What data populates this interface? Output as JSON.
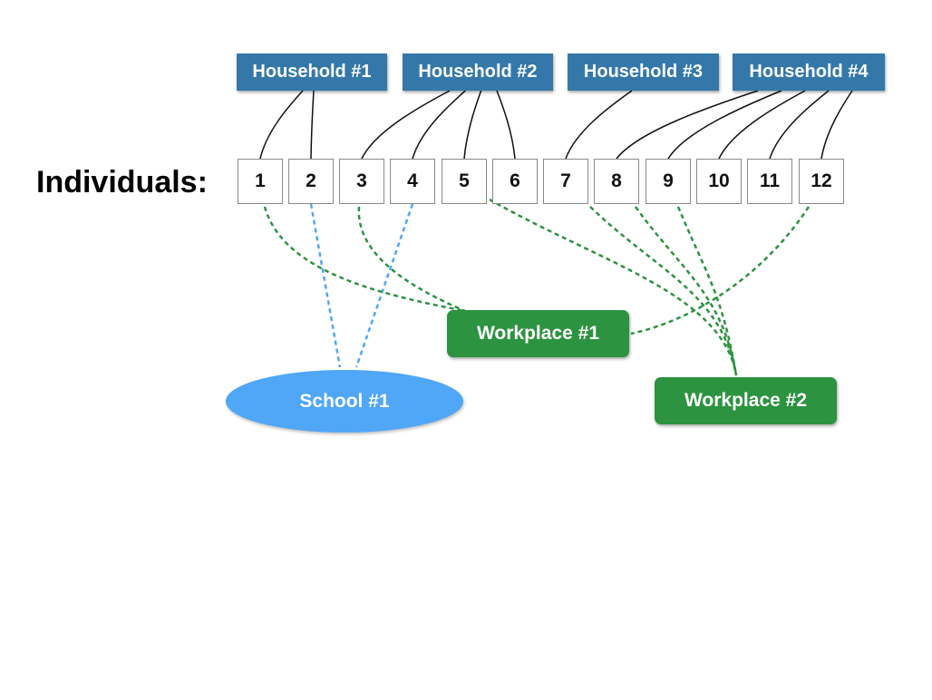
{
  "row_label": "Individuals:",
  "households": [
    {
      "label": "Household #1",
      "members": [
        1,
        2
      ]
    },
    {
      "label": "Household #2",
      "members": [
        3,
        4,
        5,
        6
      ]
    },
    {
      "label": "Household #3",
      "members": [
        7
      ]
    },
    {
      "label": "Household #4",
      "members": [
        8,
        9,
        10,
        11,
        12
      ]
    }
  ],
  "individuals": [
    "1",
    "2",
    "3",
    "4",
    "5",
    "6",
    "7",
    "8",
    "9",
    "10",
    "11",
    "12"
  ],
  "school": {
    "label": "School #1",
    "members": [
      2,
      4
    ]
  },
  "workplaces": [
    {
      "label": "Workplace #1",
      "members": [
        1,
        3,
        12
      ]
    },
    {
      "label": "Workplace #2",
      "members": [
        5,
        7,
        8,
        9
      ]
    }
  ],
  "colors": {
    "household": "#3478aa",
    "workplace": "#2c9340",
    "school": "#50a6f7",
    "household_link": "#111111",
    "workplace_link": "#2c9340",
    "school_link": "#50a6f7"
  }
}
